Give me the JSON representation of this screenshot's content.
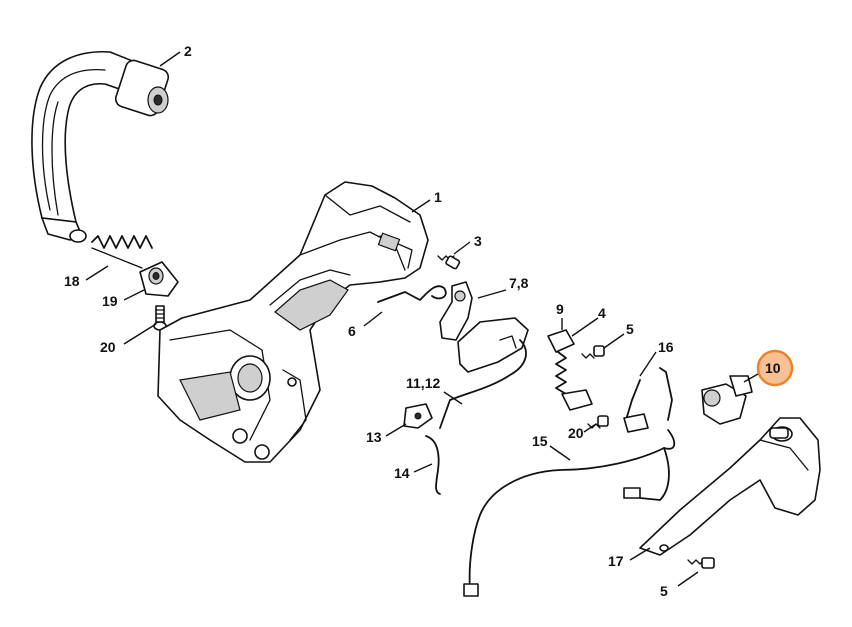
{
  "diagram": {
    "callouts": [
      {
        "id": "c1",
        "label": "1"
      },
      {
        "id": "c2",
        "label": "2"
      },
      {
        "id": "c3",
        "label": "3"
      },
      {
        "id": "c4",
        "label": "4"
      },
      {
        "id": "c5a",
        "label": "5"
      },
      {
        "id": "c5b",
        "label": "5"
      },
      {
        "id": "c6",
        "label": "6"
      },
      {
        "id": "c78",
        "label": "7,8"
      },
      {
        "id": "c9",
        "label": "9"
      },
      {
        "id": "c10",
        "label": "10",
        "highlighted": true
      },
      {
        "id": "c1112",
        "label": "11,12"
      },
      {
        "id": "c13",
        "label": "13"
      },
      {
        "id": "c14",
        "label": "14"
      },
      {
        "id": "c15",
        "label": "15"
      },
      {
        "id": "c16",
        "label": "16"
      },
      {
        "id": "c17",
        "label": "17"
      },
      {
        "id": "c18",
        "label": "18"
      },
      {
        "id": "c19",
        "label": "19"
      },
      {
        "id": "c20a",
        "label": "20"
      },
      {
        "id": "c20b",
        "label": "20"
      }
    ],
    "highlight_color": "#e8832a",
    "highlight_fill": "#f7c193"
  }
}
